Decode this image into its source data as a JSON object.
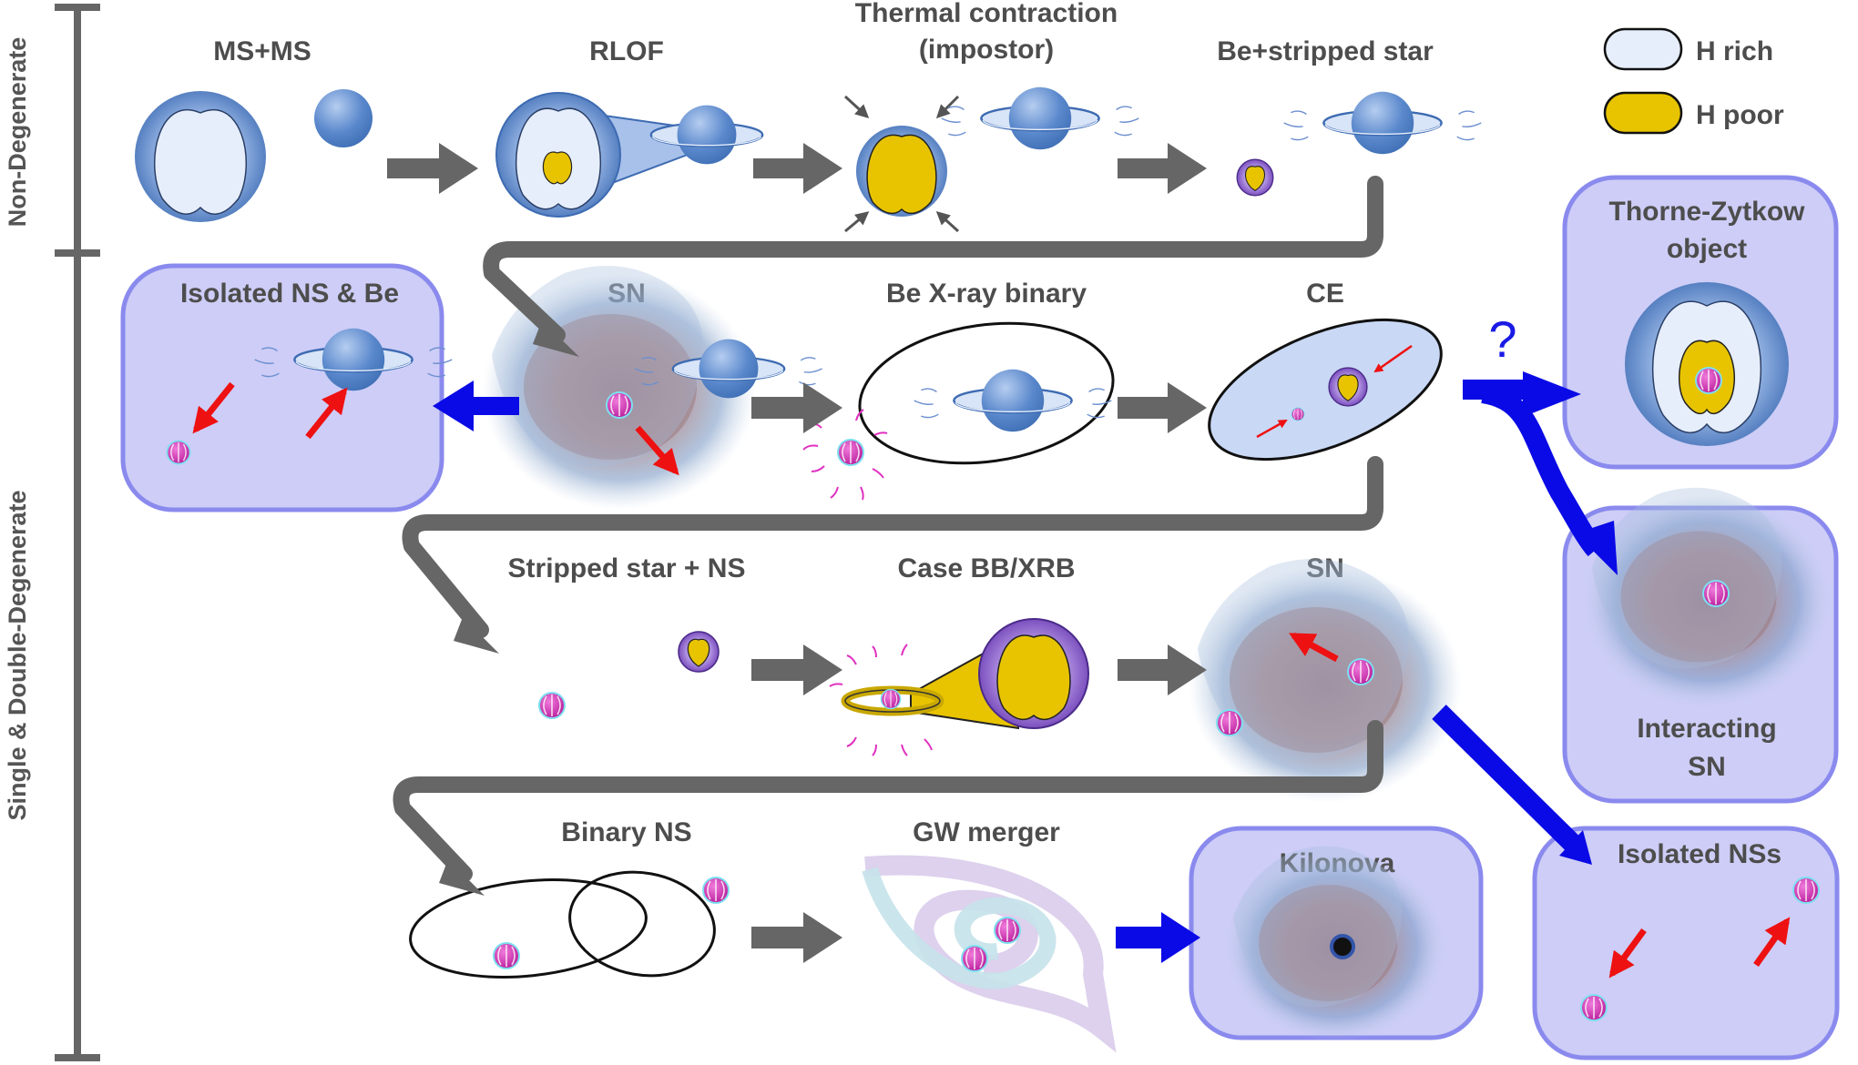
{
  "side_labels": {
    "top": "Non-Degenerate",
    "bottom": "Single & Double-Degenerate"
  },
  "legend": {
    "h_rich": "H rich",
    "h_poor": "H poor",
    "h_rich_color": "#e6eefc",
    "h_poor_color": "#e8c400"
  },
  "stages": {
    "ms_ms": "MS+MS",
    "rlof": "RLOF",
    "thermal_line1": "Thermal contraction",
    "thermal_line2": "(impostor)",
    "be_stripped": "Be+stripped star",
    "isolated_ns_be": "Isolated NS & Be",
    "sn1": "SN",
    "be_xrb": "Be X-ray binary",
    "ce": "CE",
    "tzo_line1": "Thorne-Zytkow",
    "tzo_line2": "object",
    "question": "?",
    "stripped_ns": "Stripped star + NS",
    "case_bb": "Case BB/XRB",
    "sn2": "SN",
    "interacting_line1": "Interacting",
    "interacting_line2": "SN",
    "binary_ns": "Binary NS",
    "gw_merger": "GW merger",
    "kilonova": "Kilonova",
    "isolated_nss": "Isolated NSs"
  },
  "colors": {
    "outcome_box_fill": "#cdcdf7",
    "outcome_box_stroke": "#8a8aee",
    "flow_arrow": "#666666",
    "outcome_arrow": "#0a0ae6",
    "kick_arrow": "#ee1111",
    "neutron_star": "#d633b8",
    "star_blue": "#4f7fc4",
    "stripped_purple": "#7a4fc0"
  }
}
